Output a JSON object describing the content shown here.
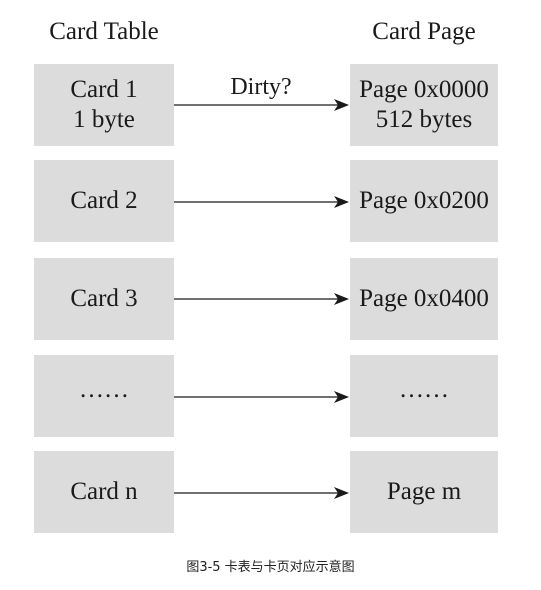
{
  "titles": {
    "left": "Card Table",
    "right": "Card Page"
  },
  "rows": [
    {
      "card": [
        "Card 1",
        "1 byte"
      ],
      "page": [
        "Page 0x0000",
        "512 bytes"
      ]
    },
    {
      "card": [
        "Card 2"
      ],
      "page": [
        "Page 0x0200"
      ]
    },
    {
      "card": [
        "Card 3"
      ],
      "page": [
        "Page 0x0400"
      ]
    },
    {
      "card": [
        "……"
      ],
      "page": [
        "……"
      ]
    },
    {
      "card": [
        "Card n"
      ],
      "page": [
        "Page m"
      ]
    }
  ],
  "arrow_label": "Dirty?",
  "caption": "图3-5   卡表与卡页对应示意图",
  "colors": {
    "box_fill": "#dcdcdc",
    "arrow": "#1a1a1a"
  }
}
